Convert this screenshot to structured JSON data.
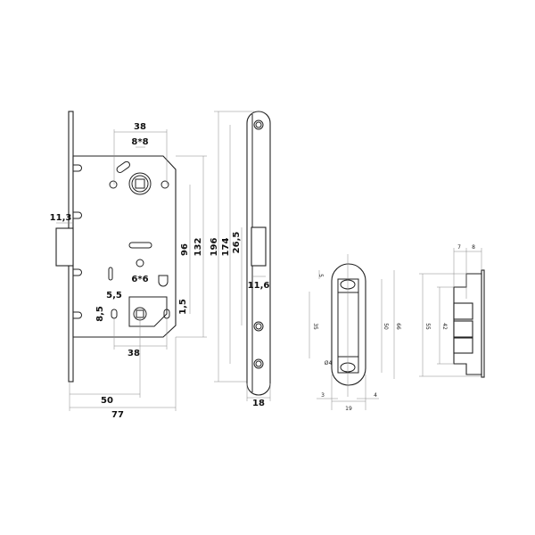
{
  "lock_body": {
    "dims": {
      "top_spacing": "38",
      "follower_square": "8*8",
      "latch_projection": "11,3",
      "dist_96": "96",
      "dist_132": "132",
      "height_196": "196",
      "height_174": "174",
      "latch_offset": "26,5",
      "lower_square": "6*6",
      "hole_width": "5,5",
      "hole_height": "8,5",
      "offset_1_5": "1,5",
      "bottom_spacing": "38",
      "backset": "50",
      "depth": "77"
    }
  },
  "faceplate": {
    "dims": {
      "latch_width": "11,6",
      "width": "18"
    }
  },
  "strike_plate": {
    "dims": {
      "top": "5",
      "screw_spacing": "35",
      "inner_height": "50",
      "height": "66",
      "hole_dia": "Ø4",
      "left": "3",
      "right": "4",
      "width": "19"
    }
  },
  "strike_side": {
    "dims": {
      "depth_a": "7",
      "depth_b": "8",
      "height": "55",
      "inner": "42"
    }
  }
}
